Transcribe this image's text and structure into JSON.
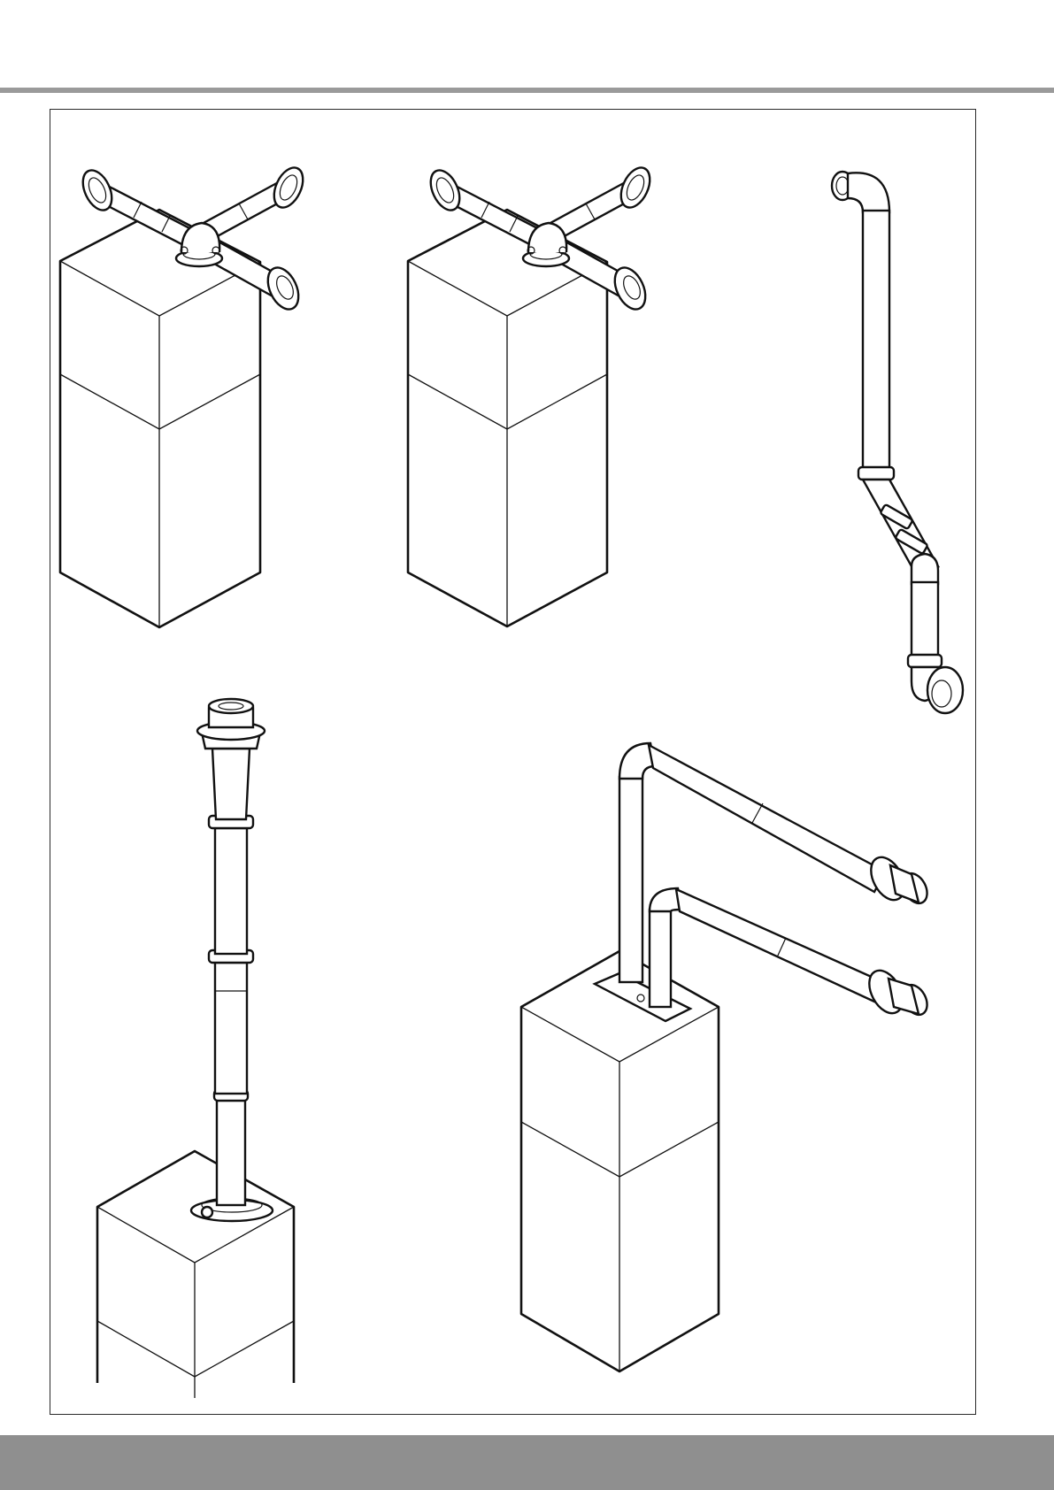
{
  "page": {
    "header_rule_color": "#9a9a9a",
    "footer_band_color": "#8f8f8f",
    "frame_border_color": "#2a2a2a"
  },
  "figures": [
    {
      "id": "boiler-horizontal-terminal-a"
    },
    {
      "id": "boiler-horizontal-terminal-b"
    },
    {
      "id": "offset-flue-assembly"
    },
    {
      "id": "boiler-vertical-roof-terminal"
    },
    {
      "id": "boiler-twin-pipe-terminals"
    }
  ]
}
